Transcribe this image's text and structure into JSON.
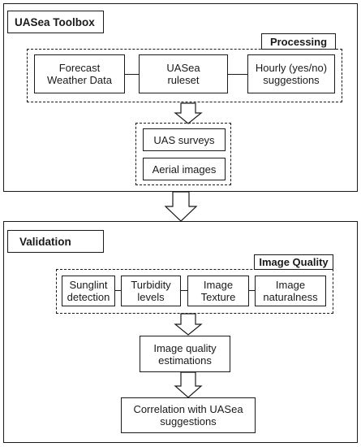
{
  "toolbox": {
    "title": "UASea Toolbox",
    "processing_label": "Processing",
    "steps": [
      {
        "label": "Forecast\nWeather Data"
      },
      {
        "label": "UASea\nruleset"
      },
      {
        "label": "Hourly (yes/no)\nsuggestions"
      }
    ],
    "outputs": [
      {
        "label": "UAS surveys"
      },
      {
        "label": "Aerial images"
      }
    ]
  },
  "validation": {
    "title": "Validation",
    "image_quality_label": "Image Quality",
    "metrics": [
      {
        "label": "Sunglint\ndetection"
      },
      {
        "label": "Turbidity\nlevels"
      },
      {
        "label": "Image\nTexture"
      },
      {
        "label": "Image\nnaturalness"
      }
    ],
    "estimation": {
      "label": "Image quality\nestimations"
    },
    "correlation": {
      "label": "Correlation with UASea\nsuggestions"
    }
  }
}
